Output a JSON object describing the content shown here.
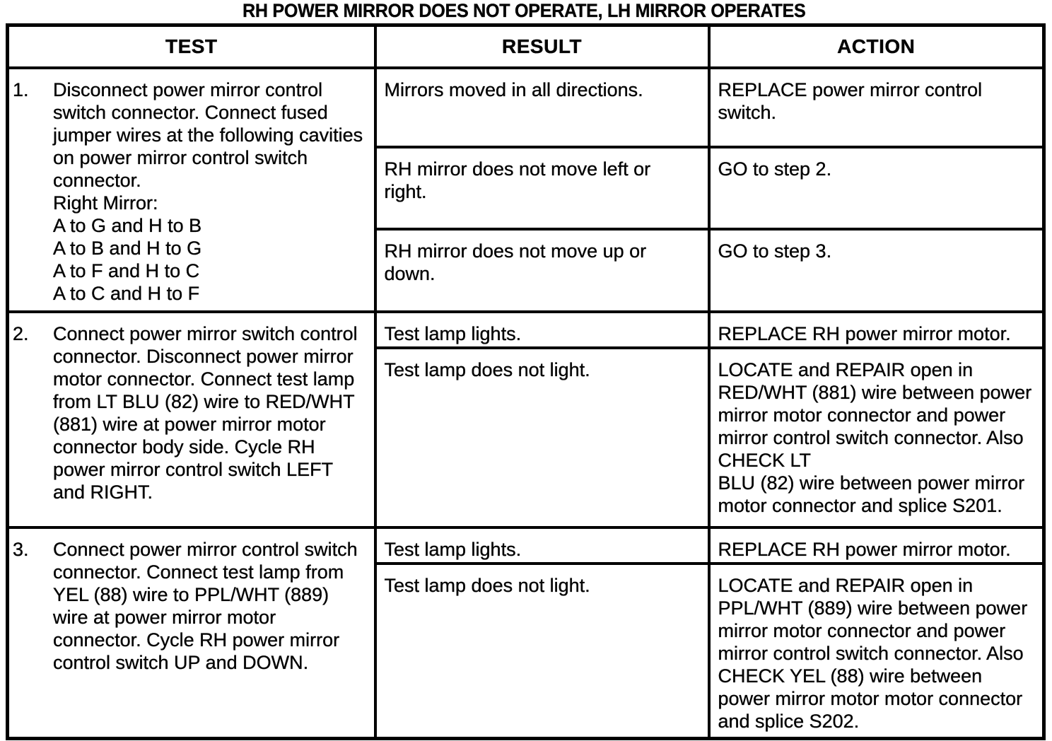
{
  "colors": {
    "ink": "#000000",
    "paper": "#ffffff"
  },
  "title": "RH POWER MIRROR DOES NOT OPERATE, LH MIRROR OPERATES",
  "table": {
    "headers": [
      "TEST",
      "RESULT",
      "ACTION"
    ],
    "steps": [
      {
        "number": "1.",
        "test": "Disconnect power mirror control switch connector. Connect fused jumper wires at the following cavities on power mirror control switch connector.\nRight Mirror:\nA to G and H to B\nA to B and H to G\nA to F and H to C\nA to C and H to F",
        "outcomes": [
          {
            "result": "Mirrors moved in all directions.",
            "action": "REPLACE power mirror control\nswitch."
          },
          {
            "result": "RH mirror does not move left or\nright.",
            "action": "GO to step 2."
          },
          {
            "result": "RH mirror does not move up or\ndown.",
            "action": "GO to step 3."
          }
        ]
      },
      {
        "number": "2.",
        "test": "Connect power mirror switch control connector. Disconnect power mirror motor connector. Connect test lamp from LT BLU (82) wire to RED/WHT (881) wire at power mirror motor connector body side. Cycle RH power mirror control switch LEFT and RIGHT.",
        "outcomes": [
          {
            "result": "Test lamp lights.",
            "action": "REPLACE RH power mirror motor."
          },
          {
            "result": "Test lamp does not light.",
            "action": "LOCATE and REPAIR open in RED/WHT (881) wire between power mirror motor connector and power mirror control switch connector. Also CHECK LT\nBLU (82) wire between power mirror motor connector and splice S201."
          }
        ]
      },
      {
        "number": "3.",
        "test": "Connect power mirror control switch  connector. Connect test lamp from YEL (88) wire to PPL/WHT (889) wire at power mirror motor connector. Cycle RH power mirror control switch UP and DOWN.",
        "outcomes": [
          {
            "result": "Test lamp lights.",
            "action": "REPLACE RH power mirror motor."
          },
          {
            "result": "Test lamp does not light.",
            "action": "LOCATE and REPAIR open in PPL/WHT (889) wire between power mirror motor connector and power mirror control switch connector. Also CHECK YEL (88) wire between power mirror motor motor connector and splice S202."
          }
        ]
      }
    ]
  }
}
